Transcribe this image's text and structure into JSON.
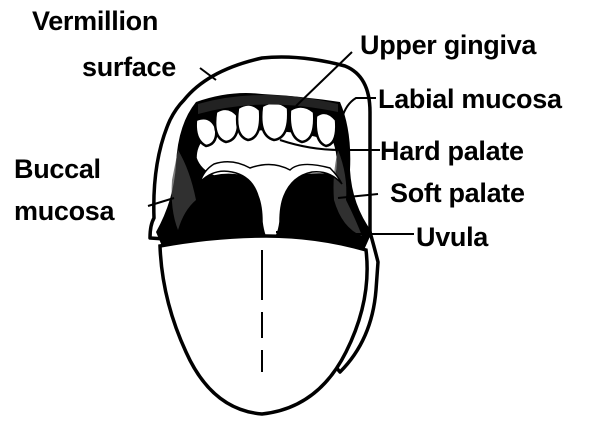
{
  "labels": {
    "vermillion_line1": "Vermillion",
    "vermillion_line2": "surface",
    "upper_gingiva": "Upper gingiva",
    "labial_mucosa": "Labial mucosa",
    "hard_palate": "Hard palate",
    "buccal_line1": "Buccal",
    "buccal_line2": "mucosa",
    "soft_palate": "Soft palate",
    "uvula": "Uvula"
  }
}
